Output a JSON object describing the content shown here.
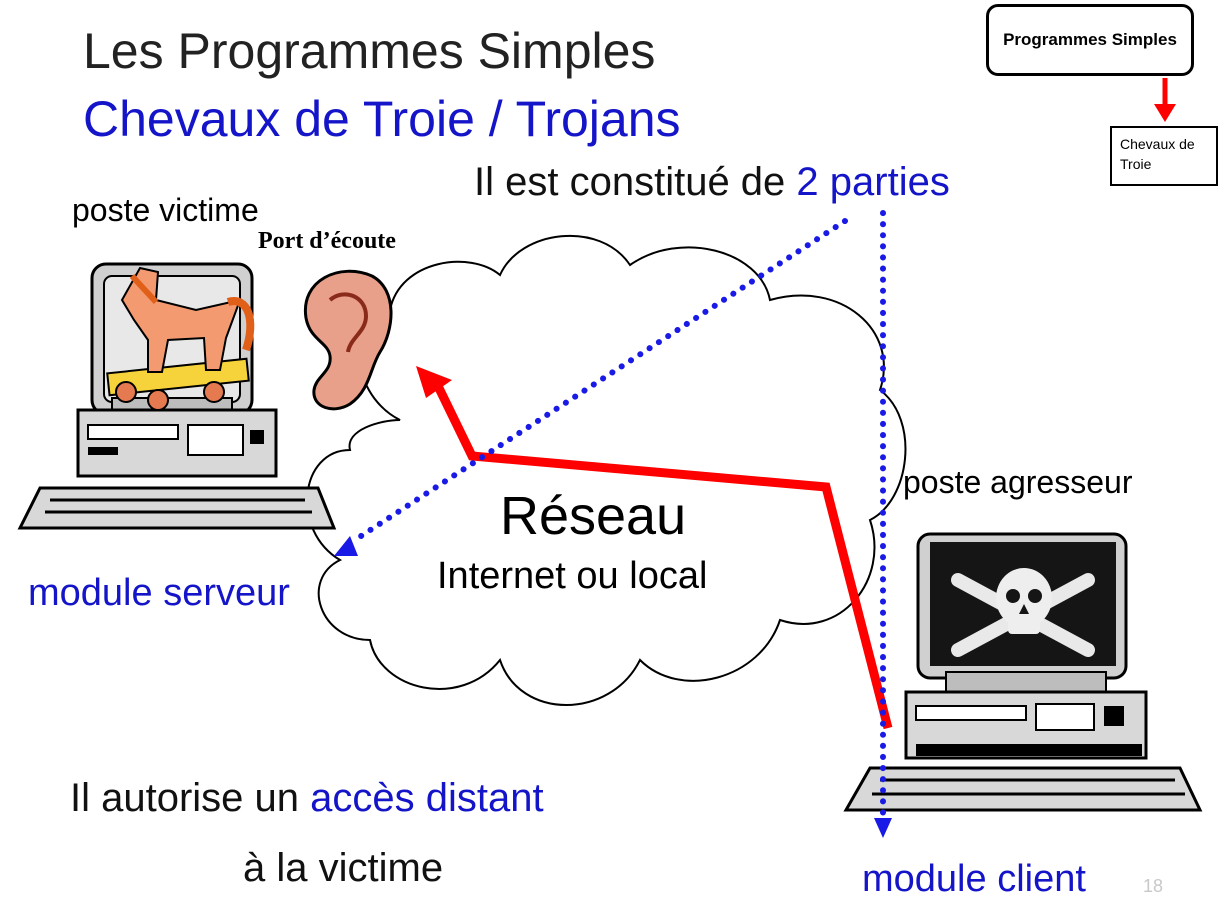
{
  "title": {
    "line1": "Les Programmes Simples",
    "line2": "Chevaux de Troie / Trojans"
  },
  "nav": {
    "top": "Programmes Simples",
    "sub": "Chevaux de Troie"
  },
  "parts_sentence": {
    "prefix": "Il est constitué de ",
    "highlight": "2 parties"
  },
  "victim": {
    "label": "poste victime",
    "port": "Port d’écoute",
    "module": "module serveur"
  },
  "network": {
    "label": "Réseau",
    "sublabel": "Internet ou local"
  },
  "attacker": {
    "label": "poste agresseur",
    "module": "module client"
  },
  "access_sentence": {
    "prefix": "Il autorise un ",
    "highlight": "accès distant",
    "line2": "à la victime"
  },
  "page_number": "18",
  "colors": {
    "blue": "#1414c8",
    "red": "#ff0000",
    "dotted": "#1a1ae6"
  },
  "icons": [
    "trojan-horse-icon",
    "ear-icon",
    "cloud-icon",
    "victim-computer-icon",
    "pirate-computer-icon",
    "skull-crossbones-icon"
  ]
}
